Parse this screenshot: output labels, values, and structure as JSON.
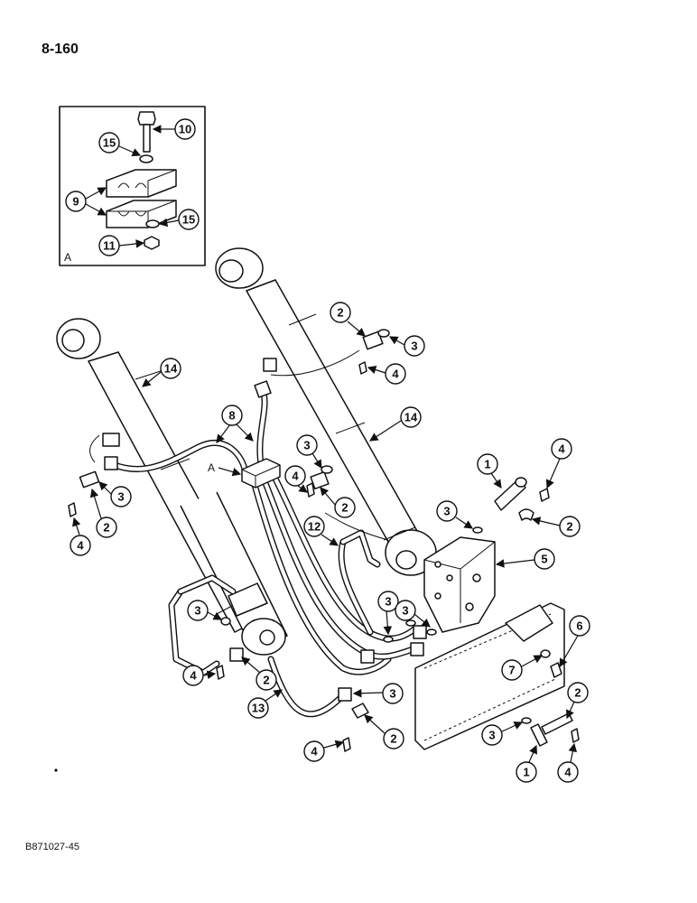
{
  "header": {
    "page_number": "8-160"
  },
  "footer": {
    "reference": "B871027-45"
  },
  "detail_box": {
    "label": "A"
  },
  "view_ref": {
    "label": "A"
  },
  "callouts": {
    "c10": "10",
    "c15a": "15",
    "c9": "9",
    "c15b": "15",
    "c11": "11",
    "c14a": "14",
    "c14b": "14",
    "c8": "8",
    "c2a": "2",
    "c3a": "3",
    "c4a": "4",
    "c3b": "3",
    "c2b": "2",
    "c4b": "4",
    "c3c": "3",
    "c4c": "4",
    "c2c": "2",
    "c1a": "1",
    "c4d": "4",
    "c3d": "3",
    "c2d": "2",
    "c12": "12",
    "c5": "5",
    "c3e": "3",
    "c3f": "3",
    "c4e": "4",
    "c2e": "2",
    "c13": "13",
    "c3g": "3",
    "c6": "6",
    "c7": "7",
    "c2f": "2",
    "c3h": "3",
    "c4f": "4",
    "c2g": "2",
    "c1b": "1",
    "c4g": "4"
  }
}
